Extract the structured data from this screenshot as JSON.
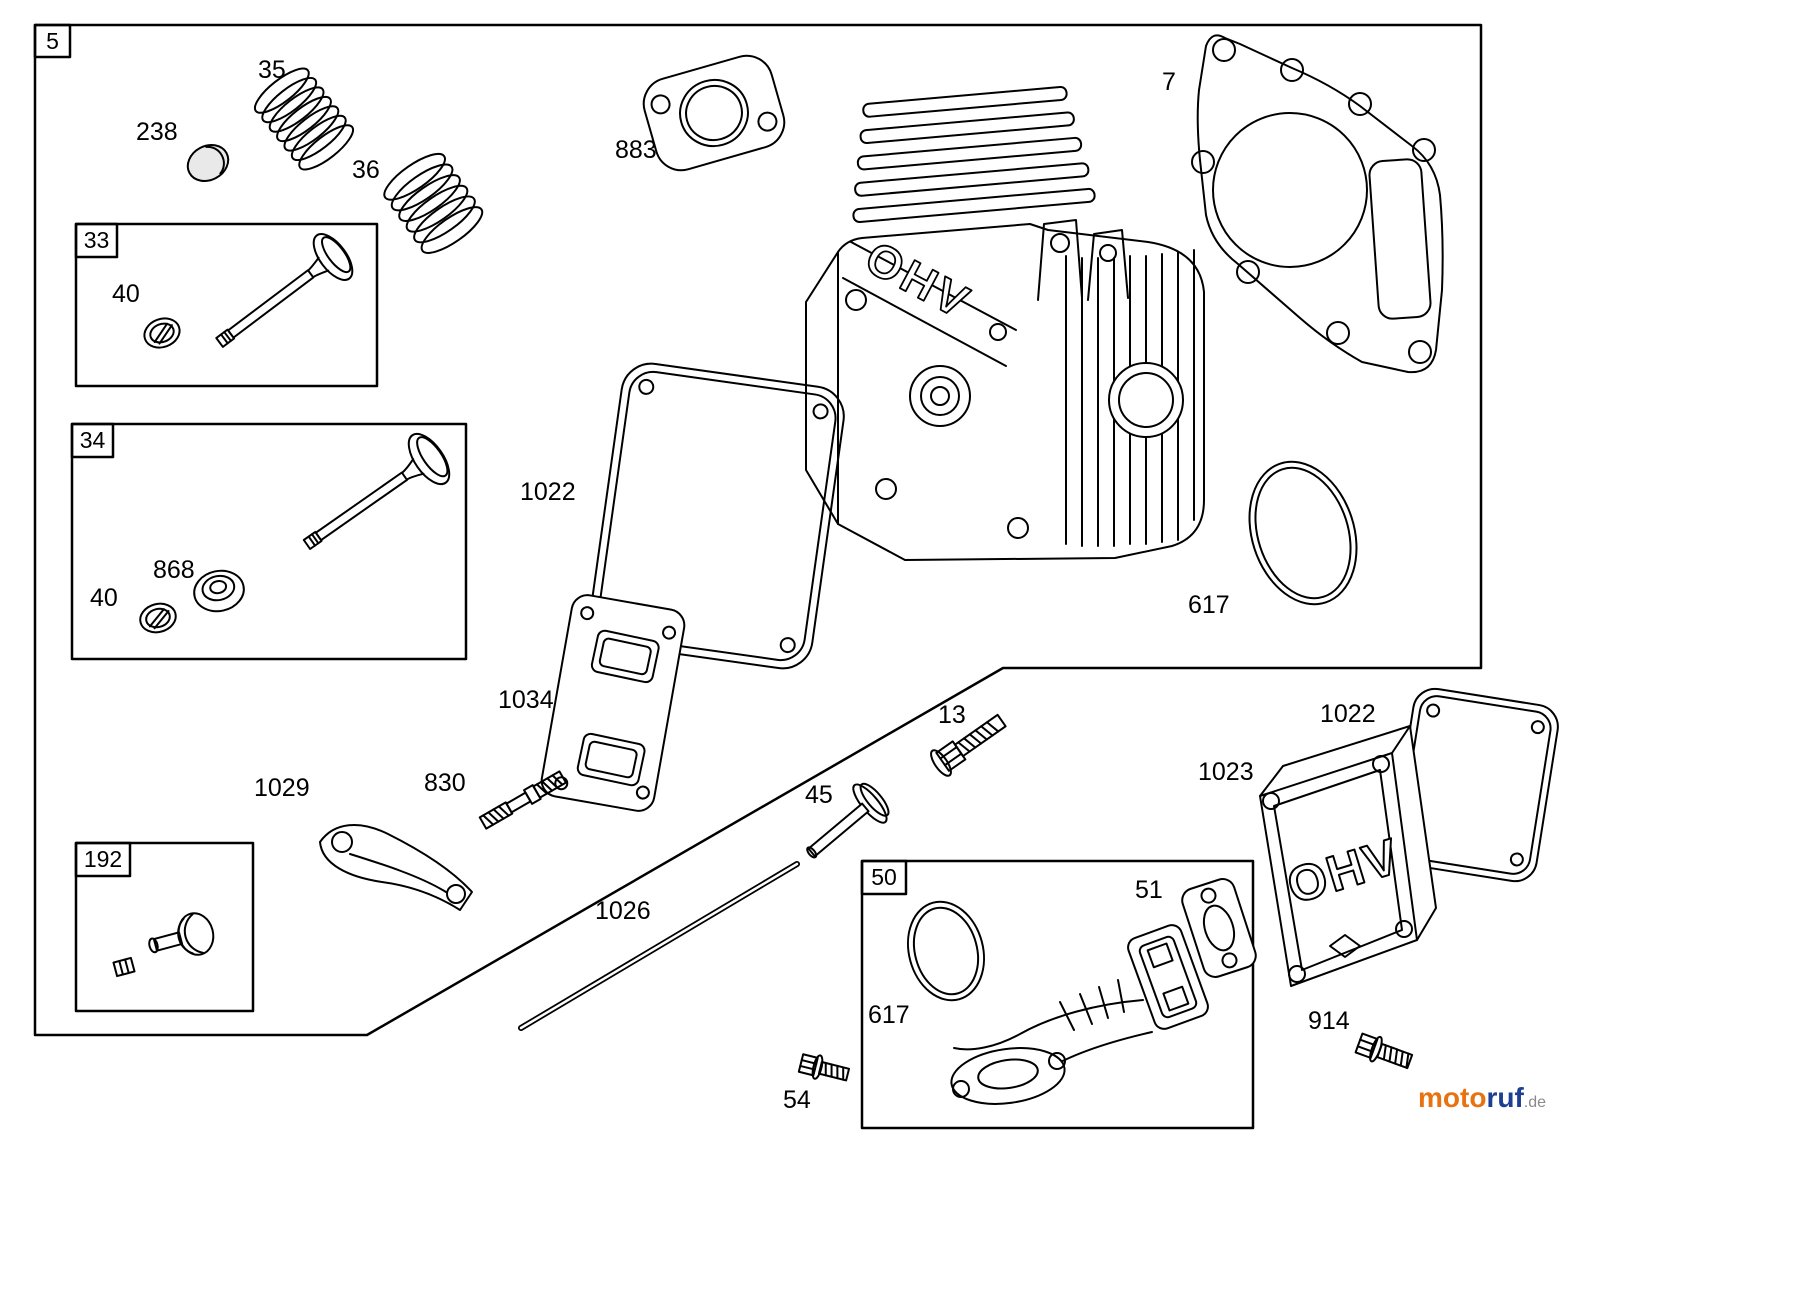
{
  "diagram": {
    "title_box": "5",
    "boxes": [
      {
        "label": "33"
      },
      {
        "label": "34"
      },
      {
        "label": "192"
      },
      {
        "label": "50"
      }
    ],
    "head_cast_text": "OHV",
    "cover_cast_text": "OHV",
    "labels": [
      {
        "part": "238"
      },
      {
        "part": "35"
      },
      {
        "part": "36"
      },
      {
        "part": "40"
      },
      {
        "part": "883"
      },
      {
        "part": "7"
      },
      {
        "part": "40"
      },
      {
        "part": "868"
      },
      {
        "part": "1022"
      },
      {
        "part": "617"
      },
      {
        "part": "1034"
      },
      {
        "part": "830"
      },
      {
        "part": "1029"
      },
      {
        "part": "13"
      },
      {
        "part": "45"
      },
      {
        "part": "1026"
      },
      {
        "part": "1022"
      },
      {
        "part": "1023"
      },
      {
        "part": "51"
      },
      {
        "part": "617"
      },
      {
        "part": "914"
      },
      {
        "part": "54"
      }
    ]
  },
  "watermark": {
    "brand_a": "moto",
    "brand_b": "ruf",
    "domain": ".de"
  }
}
